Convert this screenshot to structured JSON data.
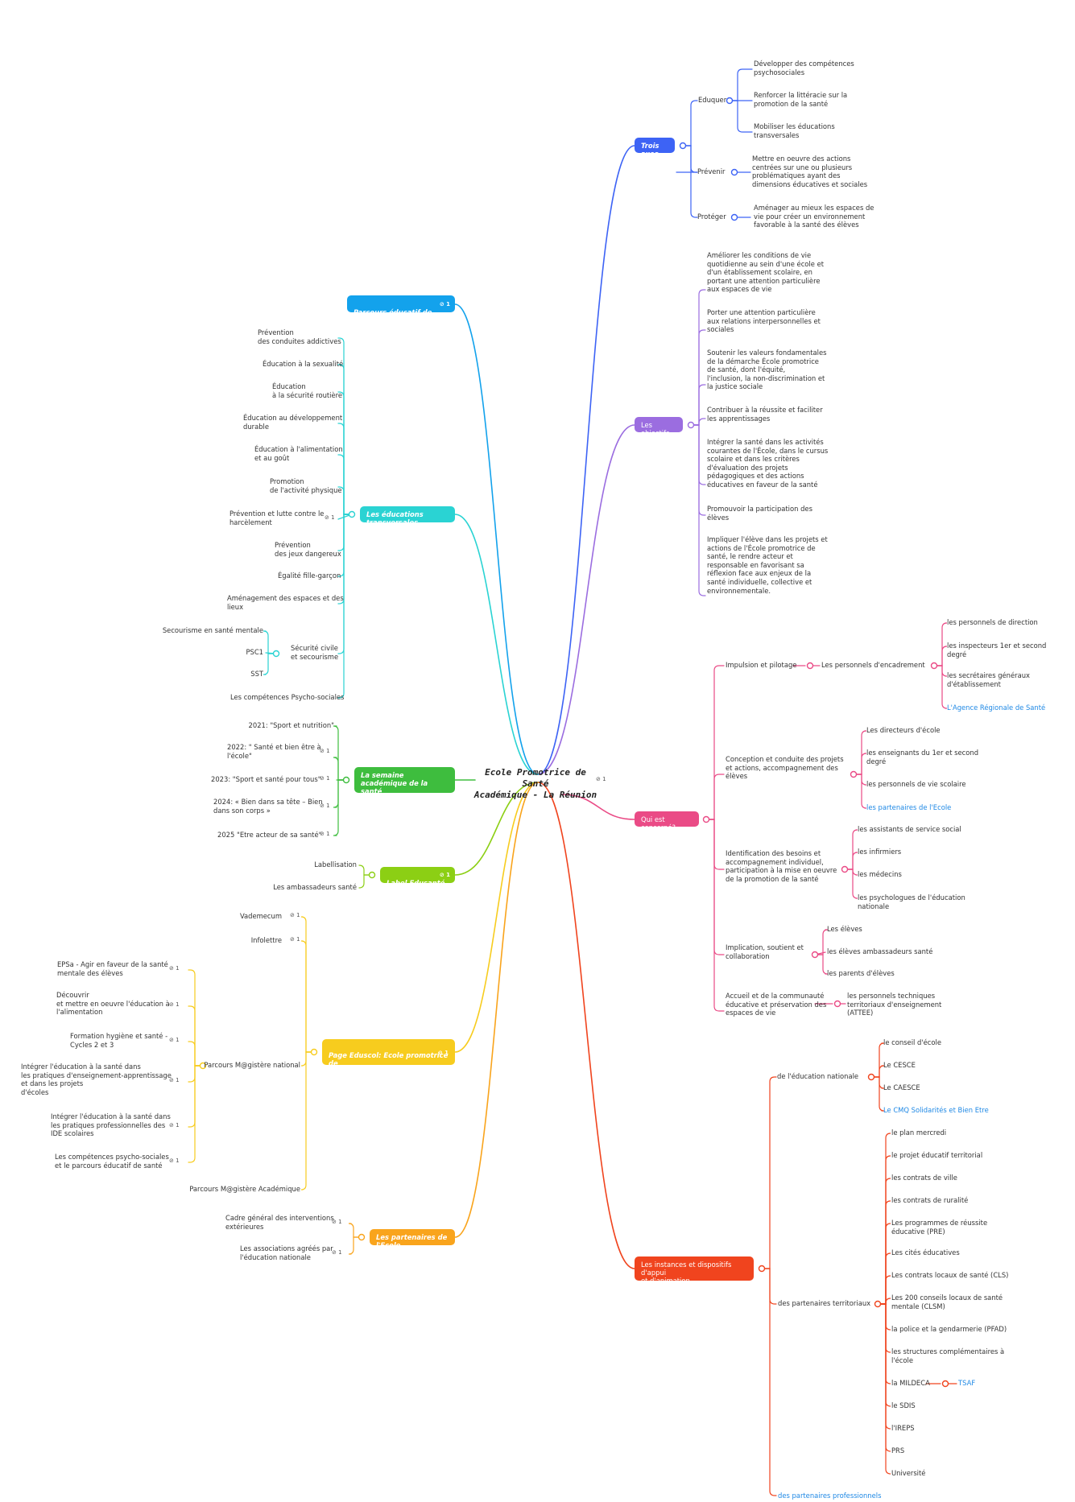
{
  "central": {
    "title": "Ecole Promotrice de Santé\nAcadémique - La Réunion",
    "badge": "1"
  },
  "colors": {
    "trois_axes": "#3d63f5",
    "objectifs": "#9b6de0",
    "concerne": "#ea4b86",
    "instances": "#f0441e",
    "parcours": "#13a2ec",
    "transversales": "#2ad3d3",
    "semaine": "#3ebd3e",
    "label": "#8ccf14",
    "page": "#f7cc1e",
    "partenaires": "#f9a41c"
  },
  "link_icon": "link-icon",
  "trois_axes": {
    "label": "Trois axes",
    "eduquer": "Eduquer",
    "eduquer_items": [
      "Développer des compétences\npsychosociales",
      "Renforcer la littéracie sur la\npromotion de la santé",
      "Mobiliser les éducations\ntransversales"
    ],
    "prevenir": "Prévenir",
    "prevenir_item": "Mettre en oeuvre des actions\ncentrées sur une ou plusieurs\nproblématiques ayant des\ndimensions éducatives et sociales",
    "proteger": "Protéger",
    "proteger_item": "Aménager au mieux les espaces de\nvie pour créer un environnement\nfavorable à la santé des élèves"
  },
  "objectifs": {
    "label": "Les objectifs",
    "items": [
      "Améliorer les conditions de vie\nquotidienne au sein d'une école et\nd'un établissement scolaire, en\nportant une attention particulière\naux espaces de vie",
      "Porter une attention particulière\naux relations interpersonnelles et\nsociales",
      "Soutenir les valeurs fondamentales\nde la démarche École promotrice\nde santé, dont l'équité,\nl'inclusion, la non-discrimination et\nla justice sociale",
      "Contribuer à la réussite et faciliter\nles apprentissages",
      "Intégrer la santé dans les activités\ncourantes de l'École, dans le cursus\nscolaire et dans les critères\nd'évaluation des projets\npédagogiques et des actions\néducatives en faveur de la santé",
      "Promouvoir la participation des\nélèves",
      "Impliquer l'élève dans les projets et\nactions de l'École promotrice de\nsanté, le rendre acteur et\nresponsable en favorisant sa\nréflexion face aux enjeux de la\nsanté individuelle, collective et\nenvironnementale."
    ]
  },
  "concerne": {
    "label": "Qui est concerné?",
    "impulsion": "Impulsion et pilotage",
    "encadrement": "Les personnels d'encadrement",
    "encadrement_items": [
      "les personnels de direction",
      "les inspecteurs 1er et second\ndegré",
      "les secrétaires généraux\nd'établissement"
    ],
    "ars": "L'Agence Régionale de Santé",
    "conception": "Conception et conduite des projets\net actions, accompagnement des\nélèves",
    "conception_items": [
      "Les directeurs d'école",
      "les enseignants du 1er et second\ndegré",
      "les personnels de vie scolaire"
    ],
    "partenaires_ecole": "les partenaires de l'Ecole",
    "identification": "Identification des besoins et\naccompagnement individuel,\nparticipation à la mise en oeuvre\nde la promotion de la santé",
    "identification_items": [
      "les assistants de service social",
      "les infirmiers",
      "les médecins",
      "les psychologues de l'éducation\nnationale"
    ],
    "implication": "Implication, soutient et\ncollaboration",
    "implication_items": [
      "Les élèves",
      "les élèves ambassadeurs santé",
      "les parents d'élèves"
    ],
    "accueil": "Accueil et de la communauté\néducative et préservation des\nespaces de vie",
    "accueil_item": "les personnels techniques\nterritoriaux d'enseignement\n(ATTEE)"
  },
  "instances": {
    "label": "Les instances et dispositifs d'appui\net d'animation",
    "education_nationale": "de l'éducation nationale",
    "en_items": [
      "le conseil d'école",
      "Le CESCE",
      "Le CAESCE"
    ],
    "cmq": "Le CMQ Solidarités et Bien Etre",
    "territoriaux": "des partenaires territoriaux",
    "territoriaux_items": [
      "le plan mercredi",
      "le projet éducatif territorial",
      "les contrats de ville",
      "les contrats de ruralité",
      "Les programmes de réussite\néducative (PRE)",
      "Les cités éducatives",
      "Les contrats locaux de santé (CLS)",
      "Les 200 conseils locaux de santé\nmentale (CLSM)",
      "la police et la gendarmerie (PFAD)",
      "les structures complémentaires à\nl'école",
      "la MILDECA",
      "le SDIS",
      "l'IREPS",
      "PRS",
      "Université"
    ],
    "tsaf": "TSAF",
    "professionnels": "des partenaires professionnels"
  },
  "parcours": {
    "label": "Parcours éducatif de santé",
    "badge": "1"
  },
  "transversales": {
    "label": "Les éducations transversales",
    "items": [
      "Prévention\ndes conduites addictives",
      "Éducation à la sexualité",
      "Éducation\nà la sécurité routière",
      "Éducation au développement\ndurable",
      "Éducation à l'alimentation\net au goût",
      "Promotion\nde l'activité physique",
      "Prévention et lutte contre le\nharcèlement",
      "Prévention\ndes jeux dangereux",
      "Égalité fille-garçon",
      "Aménagement des espaces et des\nlieux",
      "Sécurité civile\net secourisme",
      "Les compétences Psycho-sociales"
    ],
    "harcelement_badge": "1",
    "securite_items": [
      "Secourisme en santé mentale",
      "PSC1",
      "SST"
    ]
  },
  "semaine": {
    "label": "La semaine académique de la\nsanté",
    "items": [
      "2021: \"Sport et nutrition\"",
      "2022: \" Santé et bien être à\nl'école\"",
      "2023: \"Sport et santé pour tous\"",
      "2024: « Bien dans sa tête – Bien\ndans son corps »",
      "2025 \"Etre acteur de sa santé\""
    ],
    "badge": "1"
  },
  "label_edusante": {
    "label": "Label Edusanté",
    "badge": "1",
    "items": [
      "Labellisation",
      "Les ambassadeurs santé"
    ]
  },
  "page_eduscol": {
    "label": "Page Eduscol: Ecole promotrice de\nsanté",
    "badge": "1",
    "vademecum": "Vademecum",
    "infolettre": "Infolettre",
    "magistere_national": "Parcours M@gistère national",
    "magistere_items": [
      "EPSa - Agir en faveur de la santé\nmentale des élèves",
      "Découvrir\net mettre en oeuvre l'éducation à\nl'alimentation",
      "Formation hygiène et santé -\nCycles 2 et 3",
      "Intégrer l'éducation à la santé dans\nles pratiques d'enseignement-apprentissage\net dans les projets\nd'écoles",
      "Intégrer l'éducation à la santé dans\nles pratiques professionnelles des\nIDE scolaires",
      "Les compétences psycho-sociales\net le parcours éducatif de santé"
    ],
    "magistere_academique": "Parcours M@gistère Académique"
  },
  "partenaires": {
    "label": "Les partenaires de l'Ecole",
    "items": [
      "Cadre général des interventions\nextérieures",
      "Les associations agréés par\nl'éducation nationale"
    ],
    "badge": "1"
  }
}
